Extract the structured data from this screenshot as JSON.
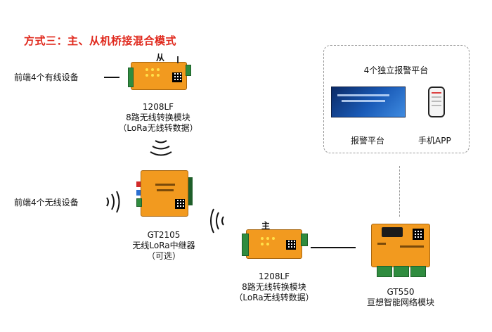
{
  "title": "方式三：主、从机桥接混合模式",
  "slave_tag": "从",
  "master_tag": "主",
  "left_labels": {
    "wired": "前端4个有线设备",
    "wireless": "前端4个无线设备"
  },
  "device_1208lf_top": {
    "name": "1208LF",
    "desc": "8路无线转换模块",
    "note": "（LoRa无线转数据）"
  },
  "device_gt2105": {
    "name": "GT2105",
    "desc": "无线LoRa中继器",
    "note": "（可选）"
  },
  "device_1208lf_bottom": {
    "name": "1208LF",
    "desc": "8路无线转换模块",
    "note": "（LoRa无线转数据）"
  },
  "device_gt550": {
    "name": "GT550",
    "desc": "亘想智能网络模块"
  },
  "platform_panel": {
    "heading": "4个独立报警平台",
    "alarm_platform": "报警平台",
    "mobile_app": "手机APP"
  },
  "colors": {
    "title_red": "#e0281c",
    "device_orange": "#f29a1f",
    "terminal_green": "#2f8c3f"
  }
}
